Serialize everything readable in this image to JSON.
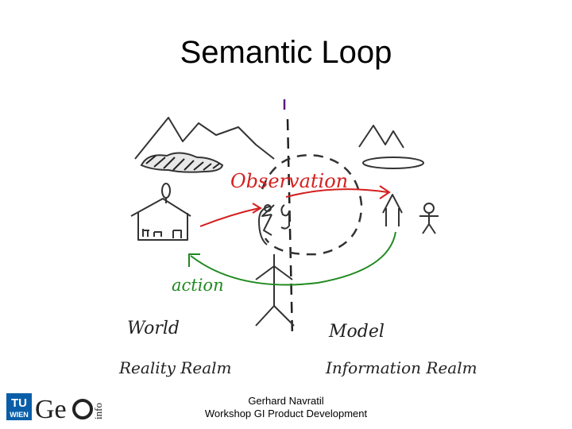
{
  "slide": {
    "title": "Semantic Loop"
  },
  "sketch": {
    "observation_label": "Observation",
    "action_label": "action",
    "world_label": "World",
    "model_label": "Model",
    "reality_label": "Reality Realm",
    "information_label": "Information Realm",
    "observation_color": "#d42020",
    "action_color": "#1f8a1f",
    "divider_color": "#5a1a7a"
  },
  "footer": {
    "author": "Gerhard Navratil",
    "event": "Workshop GI Product Development"
  },
  "logo": {
    "tu": "TU",
    "wien": "WIEN",
    "geo": "Ge",
    "info": "info"
  }
}
